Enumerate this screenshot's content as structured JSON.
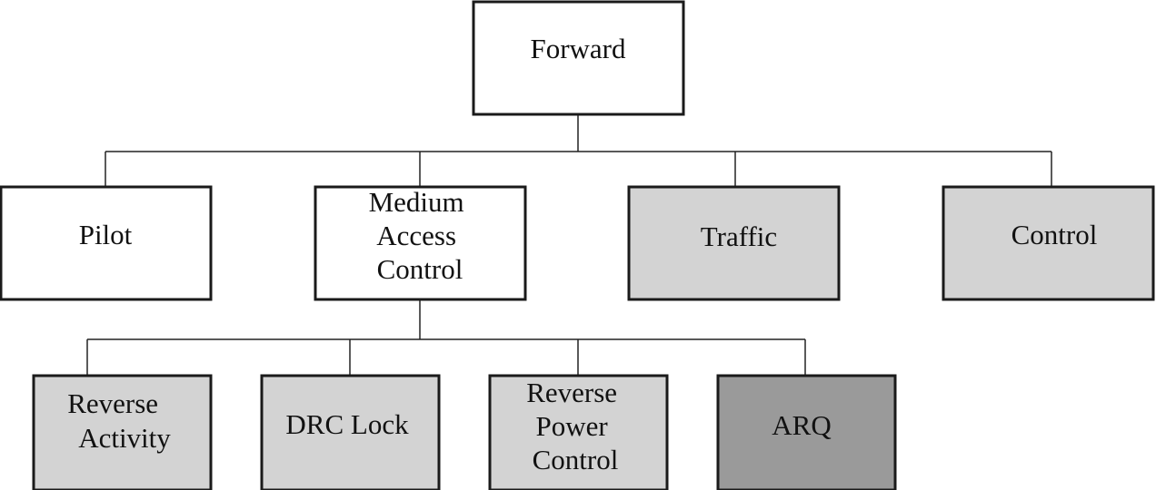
{
  "colors": {
    "white_fill": "#ffffff",
    "light_fill": "#d3d3d3",
    "dark_fill": "#9a9a9a",
    "stroke": "#1a1a1a"
  },
  "nodes": {
    "forward": {
      "lines": [
        "Forward"
      ],
      "fill": "white_fill"
    },
    "pilot": {
      "lines": [
        "Pilot"
      ],
      "fill": "white_fill"
    },
    "mac": {
      "lines": [
        "Medium",
        "Access",
        "Control"
      ],
      "fill": "white_fill"
    },
    "traffic": {
      "lines": [
        "Traffic"
      ],
      "fill": "light_fill"
    },
    "control": {
      "lines": [
        "Control"
      ],
      "fill": "light_fill"
    },
    "reverse_activity": {
      "lines": [
        "Reverse",
        "Activity"
      ],
      "fill": "light_fill"
    },
    "drc_lock": {
      "lines": [
        "DRC Lock"
      ],
      "fill": "light_fill"
    },
    "reverse_power_control": {
      "lines": [
        "Reverse",
        "Power",
        "Control"
      ],
      "fill": "light_fill"
    },
    "arq": {
      "lines": [
        "ARQ"
      ],
      "fill": "dark_fill"
    }
  }
}
